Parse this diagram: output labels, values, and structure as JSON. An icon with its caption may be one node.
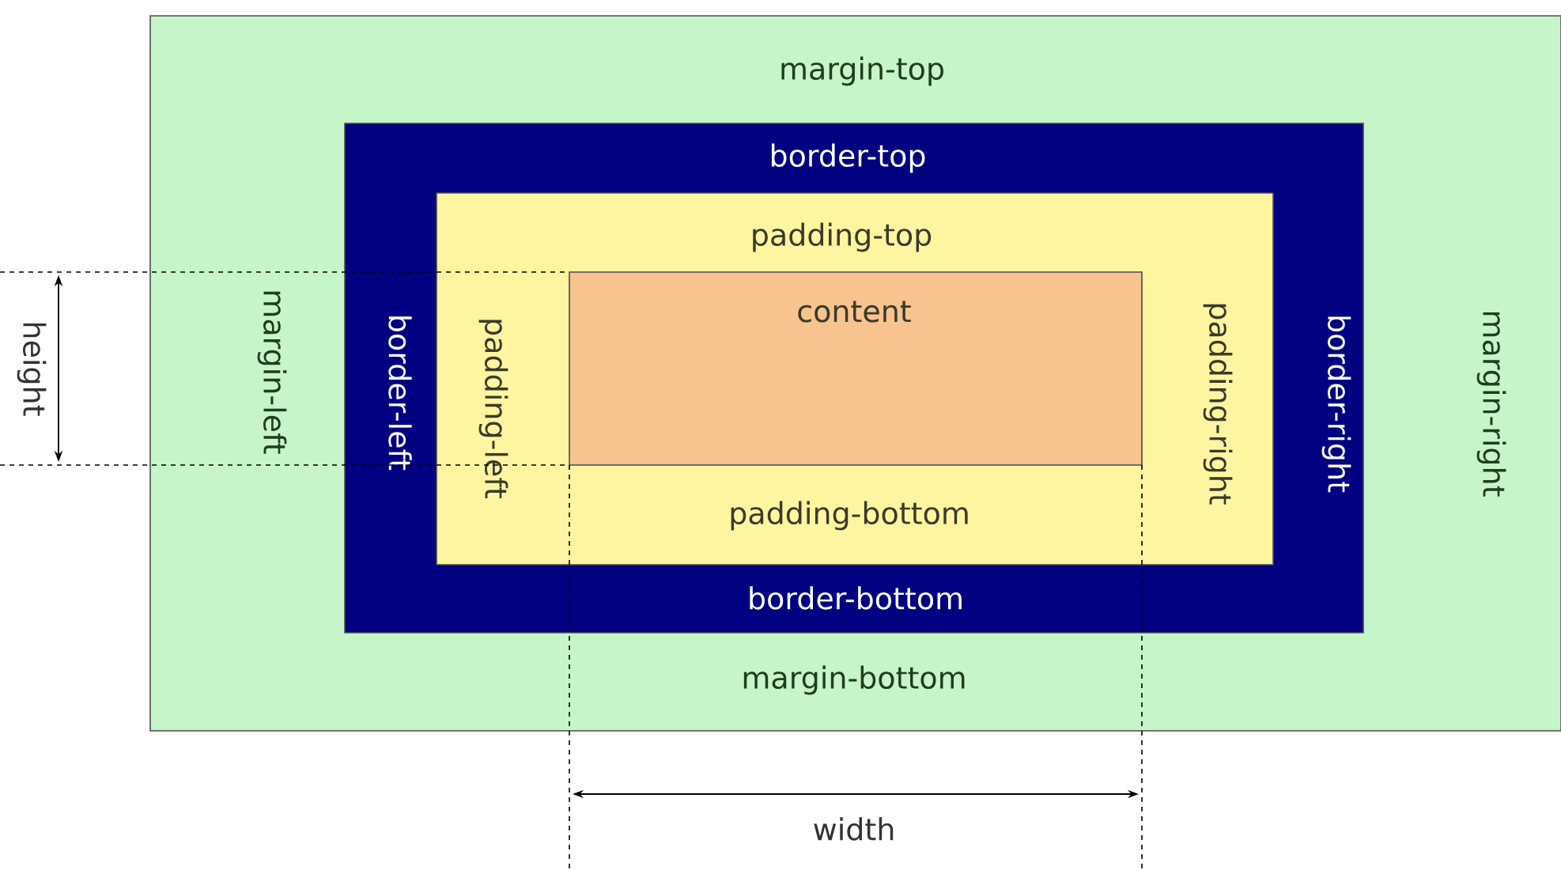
{
  "diagram": {
    "nodes": [
      {
        "text": [
          "margin-top",
          "margin-left",
          "margin-right",
          "margin-bottom"
        ]
      },
      {
        "text": [
          "border-top",
          "border-left",
          "border-right",
          "border-bottom"
        ],
        "in": 0
      },
      {
        "text": [
          "padding-top",
          "padding-left",
          "padding-right",
          "padding-bottom"
        ],
        "in": 1
      },
      {
        "text": [
          "content"
        ],
        "in": 2
      }
    ],
    "labels": [
      "height",
      "width"
    ]
  }
}
